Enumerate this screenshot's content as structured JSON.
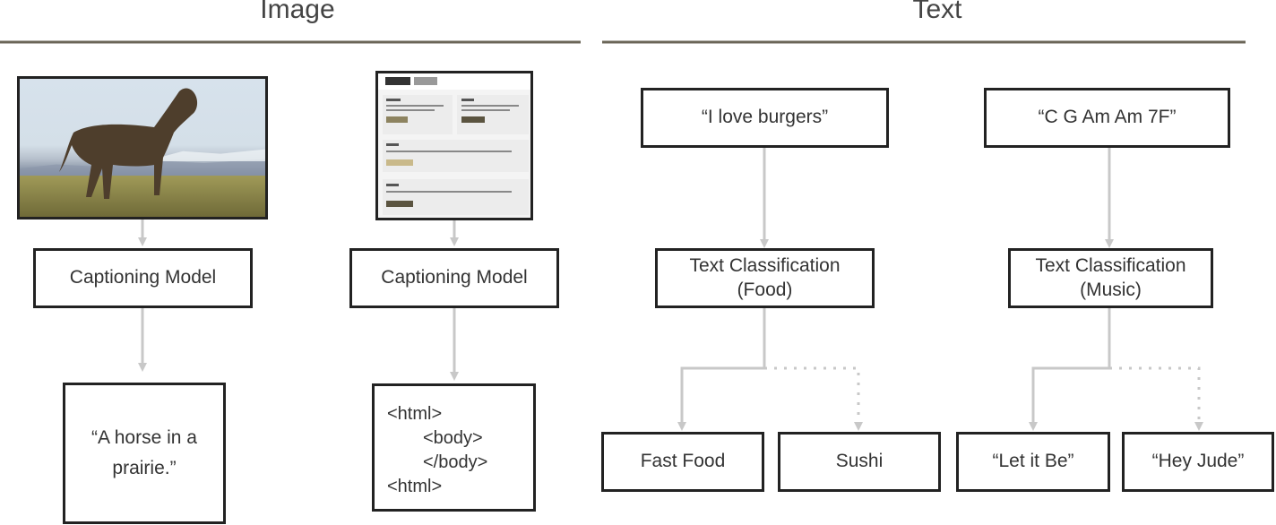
{
  "headers": {
    "image": "Image",
    "text": "Text"
  },
  "image_panel": {
    "photo": {
      "subject": "horse-in-prairie-photo"
    },
    "screenshot": {
      "subject": "web-page-screenshot"
    },
    "model_left": "Captioning Model",
    "model_right": "Captioning Model",
    "caption_output": [
      "“A horse in a",
      "prairie.”"
    ],
    "html_output": [
      "<html>",
      "<body>",
      "</body>",
      "<html>"
    ]
  },
  "text_panel": {
    "input_left": "“I love burgers”",
    "input_right": "“C G Am Am 7F”",
    "classifier_left": [
      "Text Classification",
      "(Food)"
    ],
    "classifier_right": [
      "Text Classification",
      "(Music)"
    ],
    "outputs_left": [
      "Fast Food",
      "Sushi"
    ],
    "outputs_right": [
      "“Let it Be”",
      "“Hey Jude”"
    ]
  },
  "colors": {
    "border": "#222222",
    "arrow": "#c8c8c8",
    "divider": "#6b6658",
    "text": "#333333"
  }
}
